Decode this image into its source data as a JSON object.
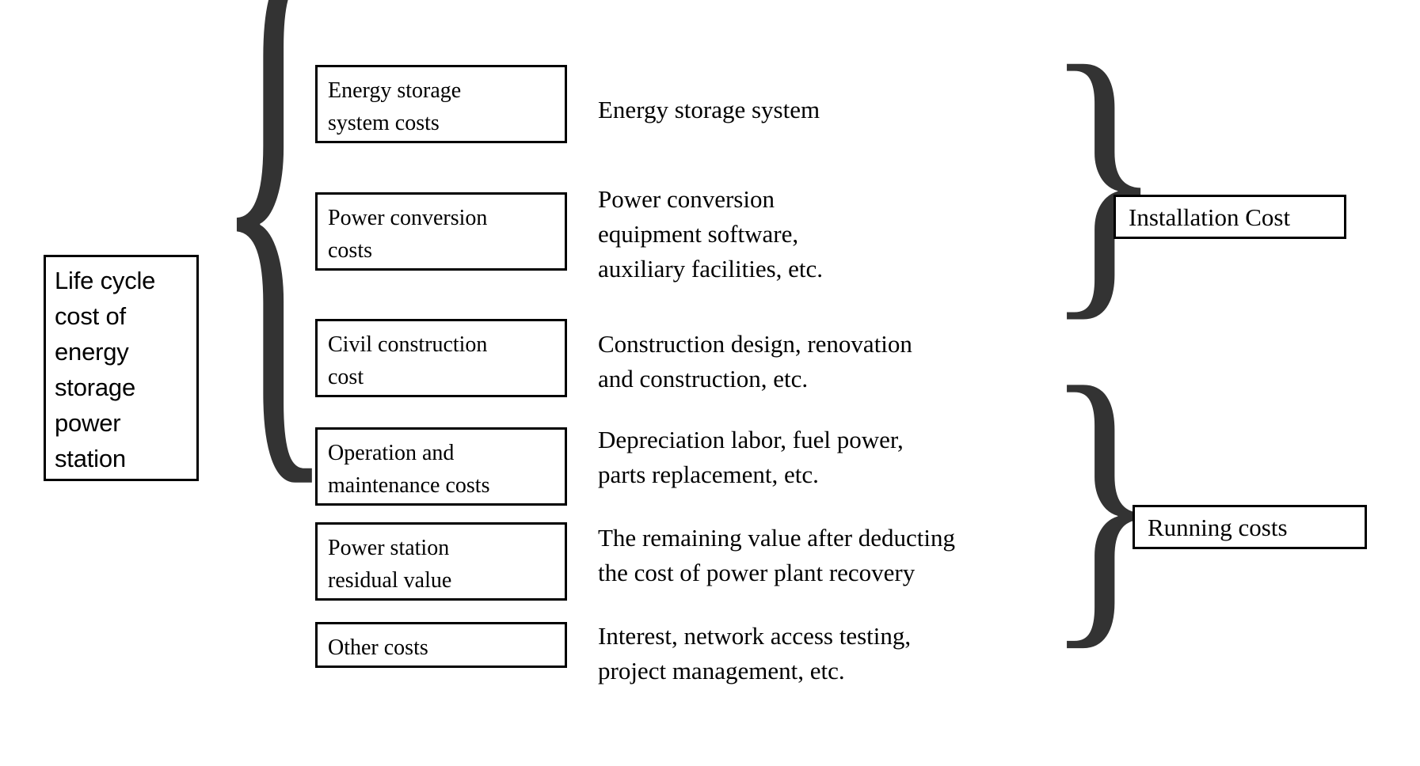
{
  "diagram": {
    "root": {
      "label": "Life cycle\ncost of\nenergy\nstorage\npower\nstation"
    },
    "braces": {
      "left_glyph": "{",
      "right_glyph_installation": "}",
      "right_glyph_running": "}",
      "color": "#333333"
    },
    "items": [
      {
        "box_label": "Energy storage\nsystem costs",
        "description": "Energy storage system",
        "group": "Installation Cost"
      },
      {
        "box_label": "Power conversion\ncosts",
        "description": "Power conversion\nequipment software,\nauxiliary facilities, etc.",
        "group": "Installation Cost"
      },
      {
        "box_label": "Civil construction\ncost",
        "description": "Construction design, renovation\nand construction, etc.",
        "group": "Installation Cost"
      },
      {
        "box_label": "Operation and\nmaintenance costs",
        "description": "Depreciation labor, fuel power,\nparts replacement, etc.",
        "group": "Running costs"
      },
      {
        "box_label": "Power station\nresidual value",
        "description": "The remaining value after deducting\nthe cost of power plant recovery",
        "group": "Running costs"
      },
      {
        "box_label": "Other costs",
        "description": "Interest, network access testing,\nproject management, etc.",
        "group": "Running costs"
      }
    ],
    "groups": [
      {
        "label": "Installation Cost"
      },
      {
        "label": "Running costs"
      }
    ]
  }
}
